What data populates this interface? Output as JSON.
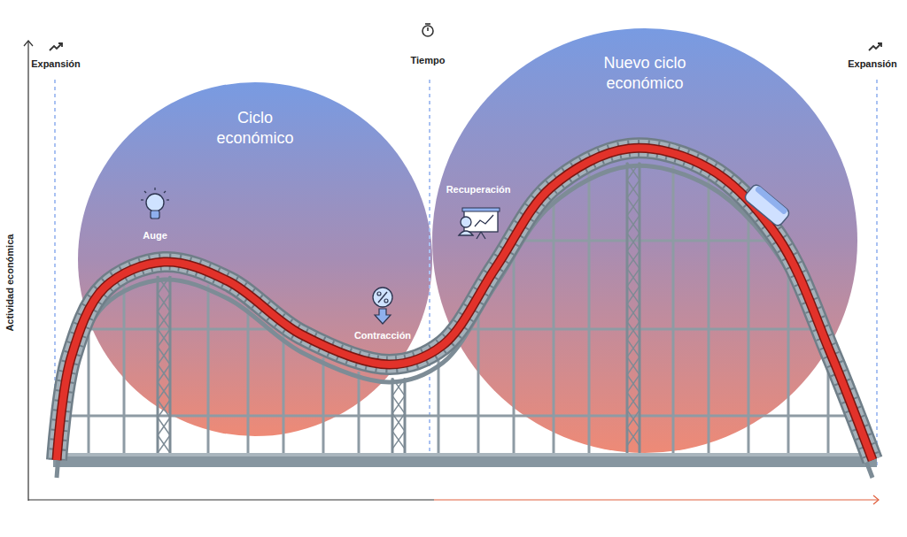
{
  "diagram": {
    "nodes": [
      {
        "text": [
          "Ciclo económico"
        ]
      },
      {
        "text": [
          "Nuevo ciclo económico"
        ]
      }
    ],
    "labels": [
      "Expansión",
      "Tiempo",
      "Expansión",
      "Auge",
      "Contracción",
      "Recuperación",
      "Actividad económica"
    ]
  }
}
